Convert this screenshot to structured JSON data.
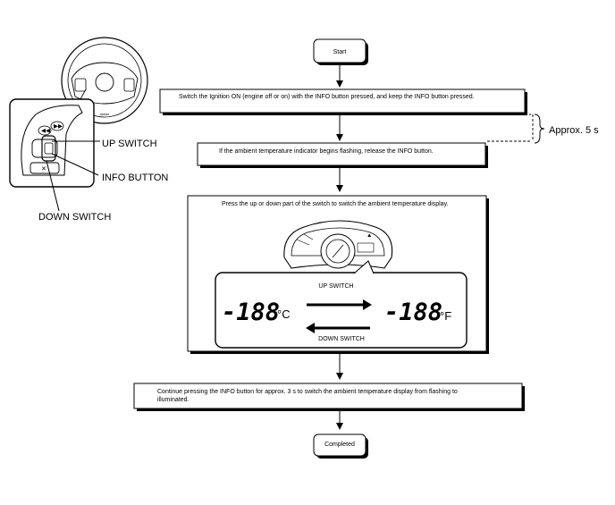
{
  "flow": {
    "start": "Start",
    "step1": "Switch the Ignition ON (engine off or on) with the INFO button  pressed,  and keep  the INFO button  pressed.",
    "approx": "Approx. 5 s",
    "step2": "If  the  ambient  temperature  indicator  begins flashing,  release  the INFO button.",
    "step3": "Press the up or down  part of the switch to switch the ambient temperature display.",
    "step4_line1": "Continue  pressing  the  INFO button  for  approx.  3 s to  switch  the  ambient  temperature  display  from  flashing  to",
    "step4_line2": "illuminated.",
    "end": "Completed"
  },
  "callouts": {
    "up_switch": "UP SWITCH",
    "info_button": "INFO BUTTON",
    "down_switch": "DOWN SWITCH"
  },
  "display": {
    "up_switch": "UP SWITCH",
    "down_switch": "DOWN SWITCH",
    "digits_left": "-188",
    "unit_left": "°C",
    "digits_right": "-188",
    "unit_right": "°F"
  }
}
